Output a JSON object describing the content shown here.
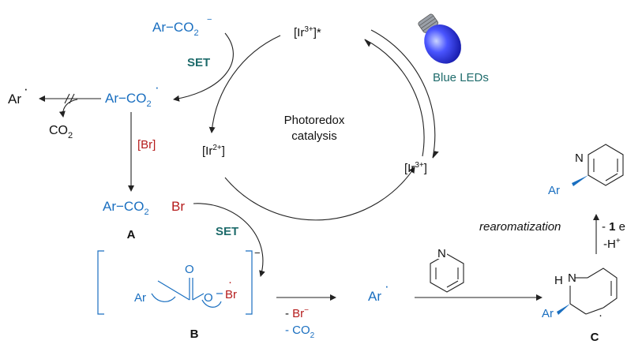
{
  "labels": {
    "ar_co2_minus": "Ar−CO",
    "ar_co2_radical": "Ar−CO",
    "ar_co2br": "Ar−CO",
    "sub2": "2",
    "minus": "−",
    "dot": "·",
    "br": "Br",
    "br_bracket": "[Br]",
    "set_top": "SET",
    "set_bottom": "SET",
    "ar_radical_left": "Ar",
    "co2_left": "CO",
    "ir3_excited": "[Ir",
    "ir3_excited_sup": "3+",
    "ir3_excited_tail": "]*",
    "ir2": "[Ir",
    "ir2_sup": "2+",
    "ir3": "[Ir",
    "ir3_sup": "3+",
    "close_bracket": "]",
    "blue_leds": "Blue LEDs",
    "center_line1": "Photoredox",
    "center_line2": "catalysis",
    "label_a": "A",
    "label_b": "B",
    "label_c": "C",
    "b_o_top": "O",
    "b_o_mid": "O",
    "b_br": "Br",
    "b_ar": "Ar",
    "minus_br": "- Br",
    "minus_co2": "- CO",
    "ar_radical_mid": "Ar",
    "pyridine_n": "N",
    "c_h": "H",
    "c_n": "N",
    "c_ar": "Ar",
    "product_n": "N",
    "product_ar": "Ar",
    "rearomatization": "rearomatization",
    "minus_1e": "- 1 e",
    "minus_h": "-H",
    "plus": "+"
  },
  "colors": {
    "blue": "#1a6fc0",
    "red": "#b51c1c",
    "teal": "#1e6b6b",
    "black": "#111111"
  },
  "icons": [
    "light-bulb-icon"
  ]
}
